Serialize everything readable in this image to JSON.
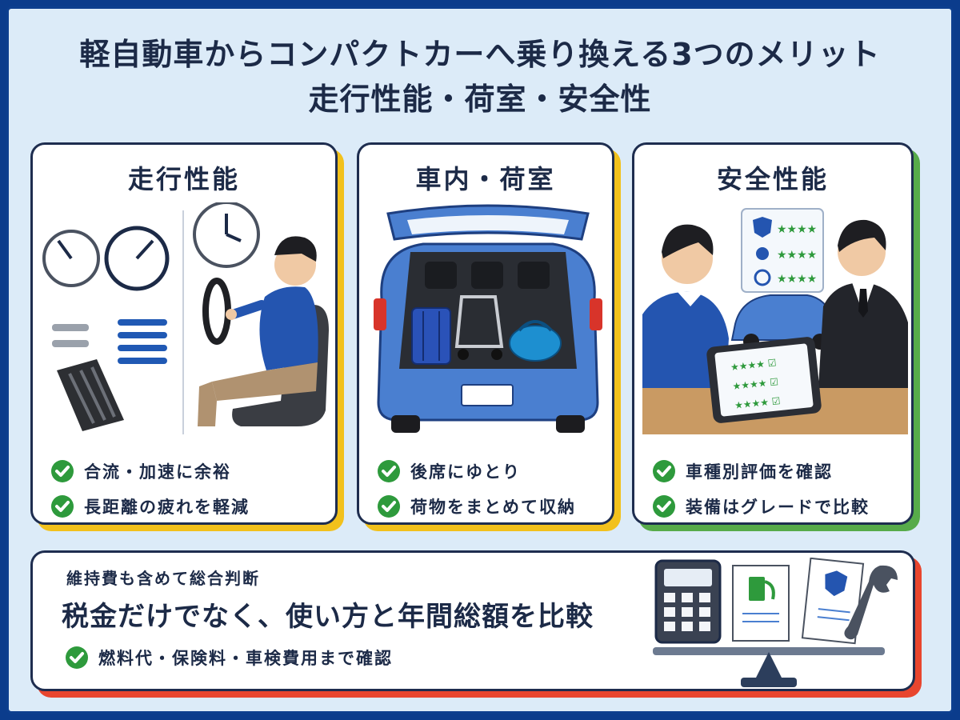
{
  "title": {
    "line1": "軽自動車からコンパクトカーへ乗り換える3つのメリット",
    "line2": "走行性能・荷室・安全性"
  },
  "cards": [
    {
      "title": "走行性能",
      "checks": [
        "合流・加速に余裕",
        "長距離の疲れを軽減"
      ]
    },
    {
      "title": "車内・荷室",
      "checks": [
        "後席にゆとり",
        "荷物をまとめて収納"
      ]
    },
    {
      "title": "安全性能",
      "checks": [
        "車種別評価を確認",
        "装備はグレードで比較"
      ]
    }
  ],
  "bottom": {
    "subtitle": "維持費も含めて総合判断",
    "headline": "税金だけでなく、使い方と年間総額を比較",
    "check": "燃料代・保険料・車検費用まで確認"
  },
  "colors": {
    "check_green": "#2e9a3c",
    "shadow_yellow": "#f2c11c",
    "shadow_green": "#57ab4a",
    "shadow_red": "#e8452e",
    "navy": "#1c2a47",
    "car_blue": "#4a7fd0"
  },
  "icons": [
    "speedometer-icon",
    "clock-icon",
    "pedal-icon",
    "check-icon",
    "shield-icon",
    "calculator-icon",
    "fuel-icon",
    "wrench-icon",
    "scale-icon"
  ]
}
